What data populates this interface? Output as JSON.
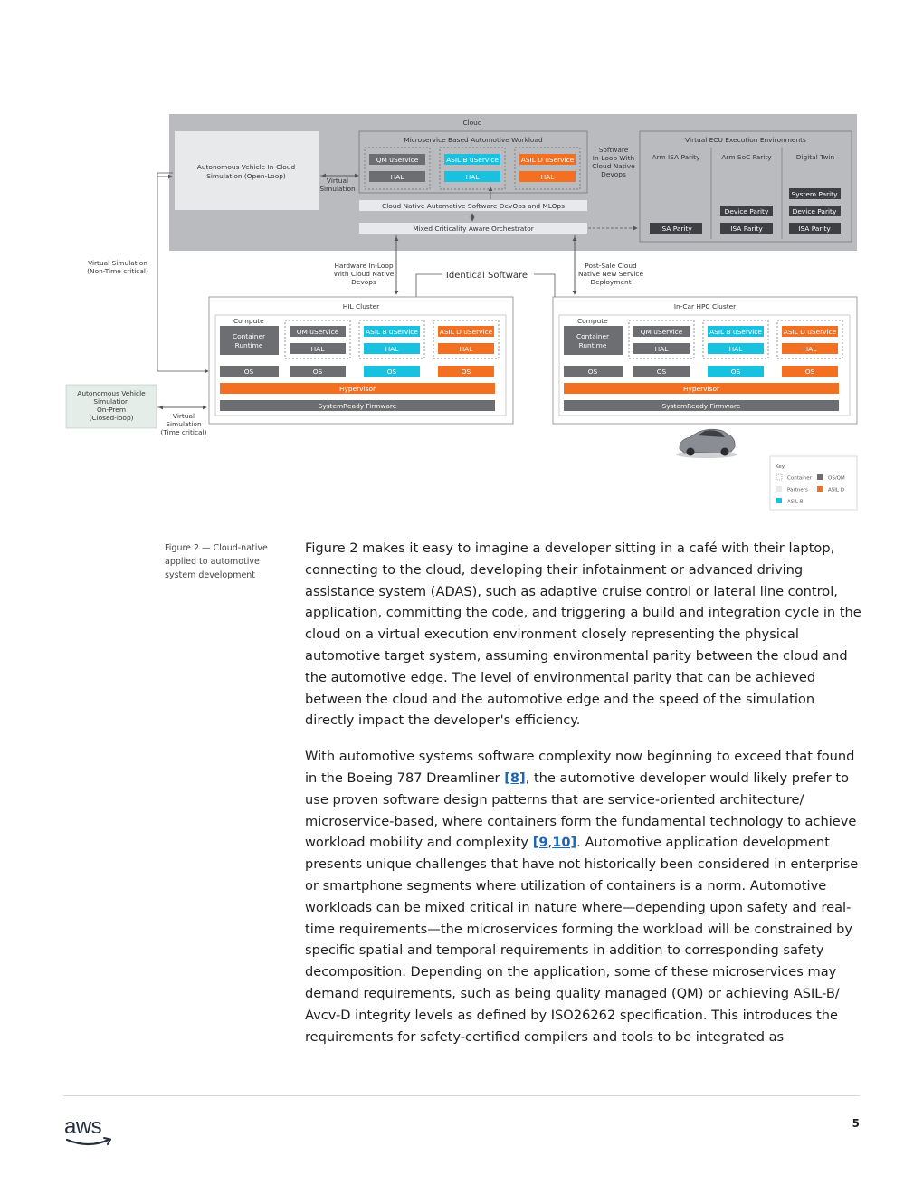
{
  "figure": {
    "cloud": {
      "title": "Cloud",
      "ad_sim_line1": "Autonomous Vehicle In-Cloud",
      "ad_sim_line2": "Simulation (Open-Loop)",
      "virtual_sim_line1": "Virtual",
      "virtual_sim_line2": "Simulation",
      "workload_title": "Microservice Based Automotive Workload",
      "services": [
        {
          "label": "QM uService",
          "hal": "HAL"
        },
        {
          "label": "ASIL B uService",
          "hal": "HAL"
        },
        {
          "label": "ASIL D uService",
          "hal": "HAL"
        }
      ],
      "sil_lines": [
        "Software",
        "In-Loop With",
        "Cloud Native",
        "Devops"
      ],
      "devops": "Cloud Native Automotive Software DevOps and MLOps",
      "orchestrator": "Mixed Criticality Aware Orchestrator",
      "ecu_title": "Virtual ECU Execution Environments",
      "ecu_columns": [
        {
          "title": "Arm ISA Parity",
          "boxes": [
            "ISA Parity"
          ]
        },
        {
          "title": "Arm SoC Parity",
          "boxes": [
            "Device Parity",
            "ISA Parity"
          ]
        },
        {
          "title": "Digital Twin",
          "boxes": [
            "System Parity",
            "Device Parity",
            "ISA Parity"
          ]
        }
      ]
    },
    "left": {
      "virtual_nonrt_line1": "Virtual Simulation",
      "virtual_nonrt_line2": "(Non-Time critical)",
      "onprem_lines": [
        "Autonomous Vehicle",
        "Simulation",
        "On-Prem",
        "(Closed-loop)"
      ],
      "virtual_rt_lines": [
        "Virtual",
        "Simulation",
        "(Time critical)"
      ]
    },
    "middle": {
      "hil_lines": [
        "Hardware In-Loop",
        "With Cloud Native",
        "Devops"
      ],
      "identical": "Identical Software",
      "postsale_lines": [
        "Post-Sale Cloud",
        "Native New Service",
        "Deployment"
      ]
    },
    "clusters": [
      {
        "title": "HIL Cluster",
        "compute": "Compute",
        "runtime_line1": "Container",
        "runtime_line2": "Runtime",
        "services": [
          {
            "label": "QM uService",
            "hal": "HAL"
          },
          {
            "label": "ASIL B uService",
            "hal": "HAL"
          },
          {
            "label": "ASIL D uService",
            "hal": "HAL"
          }
        ],
        "os_labels": [
          "OS",
          "OS",
          "OS",
          "OS"
        ],
        "hypervisor": "Hypervisor",
        "firmware": "SystemReady Firmware"
      },
      {
        "title": "In-Car HPC Cluster",
        "compute": "Compute",
        "runtime_line1": "Container",
        "runtime_line2": "Runtime",
        "services": [
          {
            "label": "QM uService",
            "hal": "HAL"
          },
          {
            "label": "ASIL B uService",
            "hal": "HAL"
          },
          {
            "label": "ASIL D uService",
            "hal": "HAL"
          }
        ],
        "os_labels": [
          "OS",
          "OS",
          "OS",
          "OS"
        ],
        "hypervisor": "Hypervisor",
        "firmware": "SystemReady Firmware"
      }
    ],
    "legend": {
      "title": "Key",
      "items": [
        "Container",
        "OS/QM",
        "Partners",
        "ASIL D",
        "ASIL B"
      ]
    },
    "colors": {
      "cloud_bg": "#b9bbbe",
      "dark_grey": "#6d6e71",
      "cyan": "#19c1e1",
      "orange": "#f36f21",
      "navy": "#3d3f45"
    }
  },
  "caption": "Figure 2 — Cloud-native applied to automotive system development",
  "paragraph1": "Figure 2 makes it easy to imagine a developer sitting in a café with their laptop, connecting to the cloud, developing their infotainment or advanced driving assistance system (ADAS), such as adaptive cruise control or lateral line control, application, committing the code, and triggering a build and integration cycle in the cloud on a virtual execution environment closely representing the physical automotive target system, assuming environmental parity between the cloud and the automotive edge. The level of environmental parity that can be achieved between the cloud and the automotive edge and the speed of the simulation directly impact the developer's efficiency.",
  "paragraph2": {
    "part1": "With automotive systems software complexity now beginning to exceed that found in the Boeing 787 Dreamliner ",
    "ref1": "[8]",
    "part2": ", the automotive developer would likely prefer to use proven software design patterns that are service-oriented architecture/ microservice-based, where containers form the fundamental technology to achieve workload mobility and complexity ",
    "ref2": "[9",
    "ref_sep": ",",
    "ref3": "10]",
    "part3": ". Automotive application development presents unique challenges that have not historically been considered in enterprise or smartphone segments where utilization of containers is a norm. Automotive workloads can be mixed critical in nature where—depending upon safety and real-time requirements—the microservices forming the workload will be constrained by specific spatial and temporal requirements in addition to corresponding safety decomposition. Depending on the application, some of these microservices may demand requirements, such as being quality managed (QM) or achieving ASIL-B/ Avcv-D integrity levels as defined by ISO26262 specification. This introduces the requirements for safety-certified compilers and tools to be integrated as"
  },
  "footer": {
    "logo_text": "aws",
    "page_number": "5"
  }
}
